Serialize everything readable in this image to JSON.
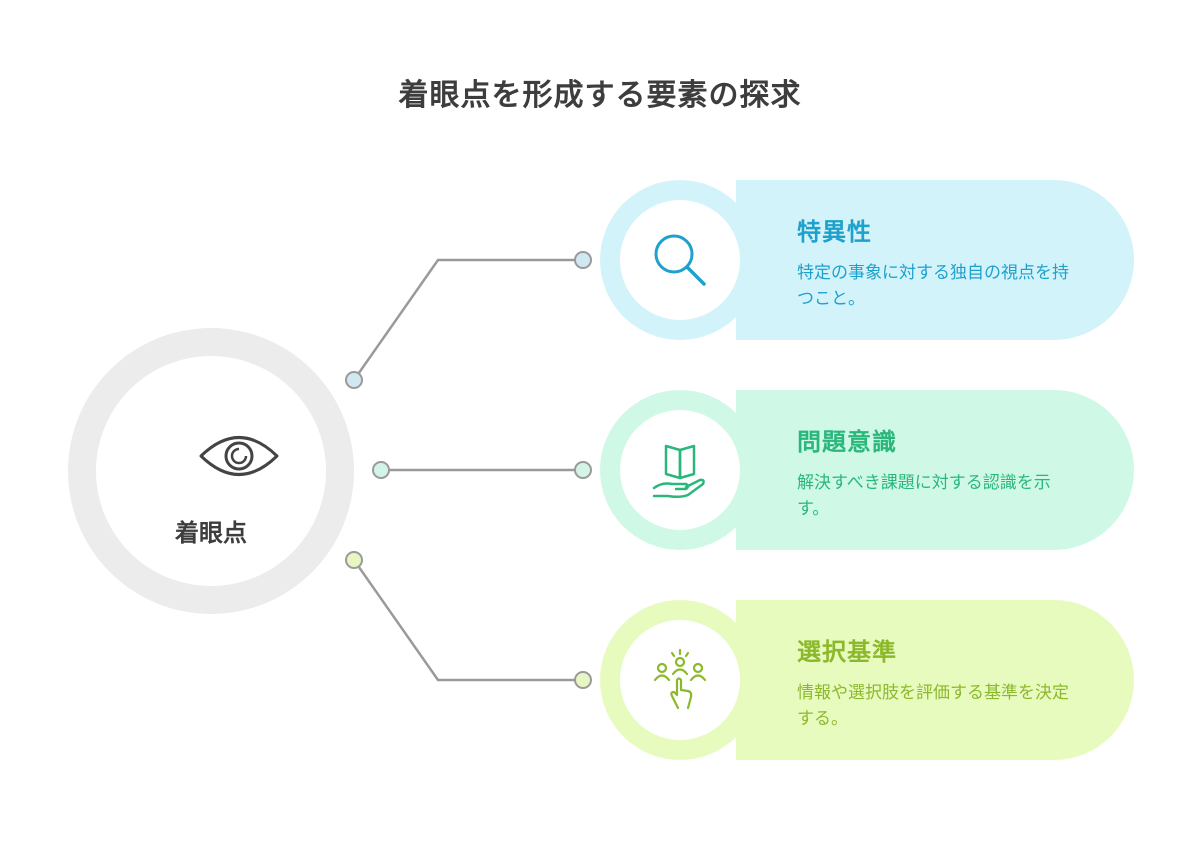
{
  "title": "着眼点を形成する要素の探求",
  "center": {
    "label": "着眼点",
    "icon": "eye-icon"
  },
  "branches": [
    {
      "title": "特異性",
      "description": "特定の事象に対する独自の視点を持つこと。",
      "icon": "magnifier-icon",
      "colors": {
        "fill": "#d3f3fb",
        "ring": "#d3f3fb",
        "accent": "#1ea1cc",
        "node": "#cfe8f2"
      }
    },
    {
      "title": "問題意識",
      "description": "解決すべき課題に対する認識を示す。",
      "icon": "open-book-hand-icon",
      "colors": {
        "fill": "#cff9e6",
        "ring": "#cff9e6",
        "accent": "#2bb77c",
        "node": "#d3f4e6"
      }
    },
    {
      "title": "選択基準",
      "description": "情報や選択肢を評価する基準を決定する。",
      "icon": "people-select-icon",
      "colors": {
        "fill": "#e8fbbe",
        "ring": "#e8fbbe",
        "accent": "#8cb92c",
        "node": "#e8f6c2"
      }
    }
  ]
}
